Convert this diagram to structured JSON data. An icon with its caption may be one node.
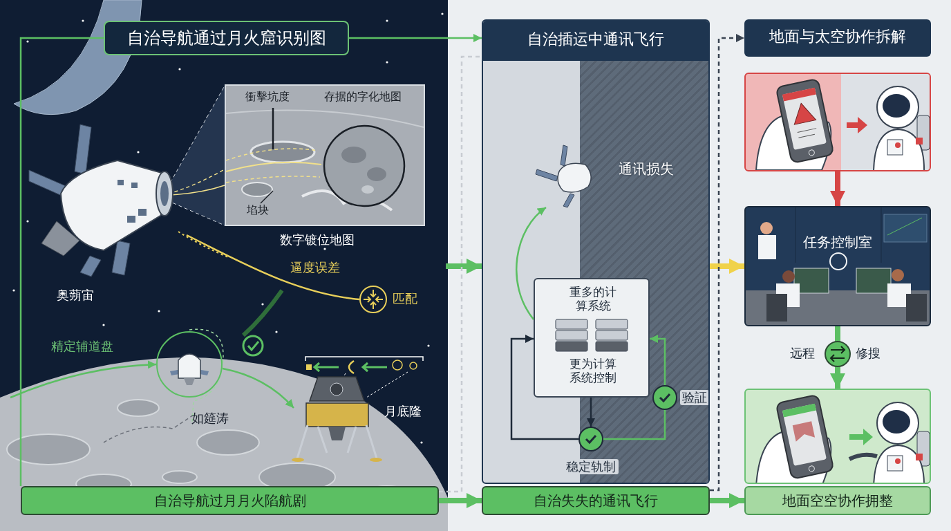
{
  "diagram": {
    "nodes": [
      {
        "text": [
          "自治导航通过月火窟识别图"
        ]
      },
      {
        "text": [
          "自治插运中通讯飞行"
        ]
      },
      {
        "text": [
          "地面与太空协作拆解"
        ]
      },
      {
        "text": [
          "自治导航过月月火陷航剧"
        ]
      },
      {
        "text": [
          "自治失失的通讯飞行"
        ]
      },
      {
        "text": [
          "地面空空协作拥整"
        ]
      },
      {
        "text": [
          "衝擊坑度",
          "存据的字化地图",
          "埳块"
        ],
        "beside": [
          "数字镀位地图"
        ]
      },
      {
        "text": [],
        "shape": "picture",
        "beside": [
          "奥蒴宙"
        ]
      },
      {
        "text": [],
        "shape": "circle",
        "beside": [
          "匹配"
        ]
      },
      {
        "text": [],
        "shape": "circle",
        "beside": [
          "如筵涛"
        ]
      },
      {
        "text": [],
        "shape": "picture",
        "beside": [
          "月底隆"
        ]
      },
      {
        "text": [],
        "shape": "picture",
        "in": 1
      },
      {
        "text": [
          "重多的计算系统",
          "更为计算系统控制"
        ],
        "in": 1
      },
      {
        "text": [],
        "shape": "circle",
        "in": 1,
        "beside": [
          "稳定轨制"
        ]
      },
      {
        "text": [],
        "shape": "circle",
        "in": 1,
        "beside": [
          "验証"
        ]
      },
      {
        "text": [],
        "shape": "picture"
      },
      {
        "text": [
          "任务控制室"
        ]
      },
      {
        "text": [],
        "shape": "picture"
      }
    ],
    "edges": [
      {
        "from": 0,
        "to": 1,
        "arrow": "to"
      },
      {
        "from": 0,
        "to": 3,
        "arrow": "none"
      },
      {
        "from": null,
        "to": 1,
        "arrow": "to",
        "style": "thick"
      },
      {
        "from": 3,
        "to": 4,
        "arrow": "to",
        "style": "thick"
      },
      {
        "from": 4,
        "to": 5,
        "arrow": "to",
        "style": "thick"
      },
      {
        "from": 1,
        "to": 16,
        "arrow": "to",
        "style": "thick",
        "color": "#f0d24a"
      },
      {
        "from": 4,
        "to": 2,
        "arrow": "to",
        "style": "dashed",
        "color": "#3a4452"
      },
      {
        "from": 3,
        "to": 1,
        "arrow": "none",
        "style": "dashed",
        "color": "#c8ccd2"
      },
      {
        "from": 7,
        "to": 8,
        "arrow": "none",
        "color": "#e8cf5a",
        "label": "逼度误差"
      },
      {
        "from": null,
        "to": 9,
        "arrow": "to",
        "label": "精定辅道盘"
      },
      {
        "from": 9,
        "to": 10,
        "arrow": "to"
      },
      {
        "from": 12,
        "to": 13,
        "arrow": "to",
        "color": "#1e2a38"
      },
      {
        "from": 13,
        "to": 12,
        "arrow": "to",
        "color": "#1e2a38"
      },
      {
        "from": 13,
        "to": 14,
        "arrow": "none"
      },
      {
        "from": 14,
        "to": 12,
        "arrow": "to"
      },
      {
        "from": 12,
        "to": 11,
        "arrow": "to"
      },
      {
        "from": 15,
        "to": 16,
        "arrow": "to",
        "style": "thick",
        "color": "#d64545"
      },
      {
        "from": 16,
        "to": 17,
        "arrow": "to",
        "style": "thick"
      }
    ],
    "labels": [
      "通讯损失",
      "远程",
      "修搜"
    ]
  }
}
